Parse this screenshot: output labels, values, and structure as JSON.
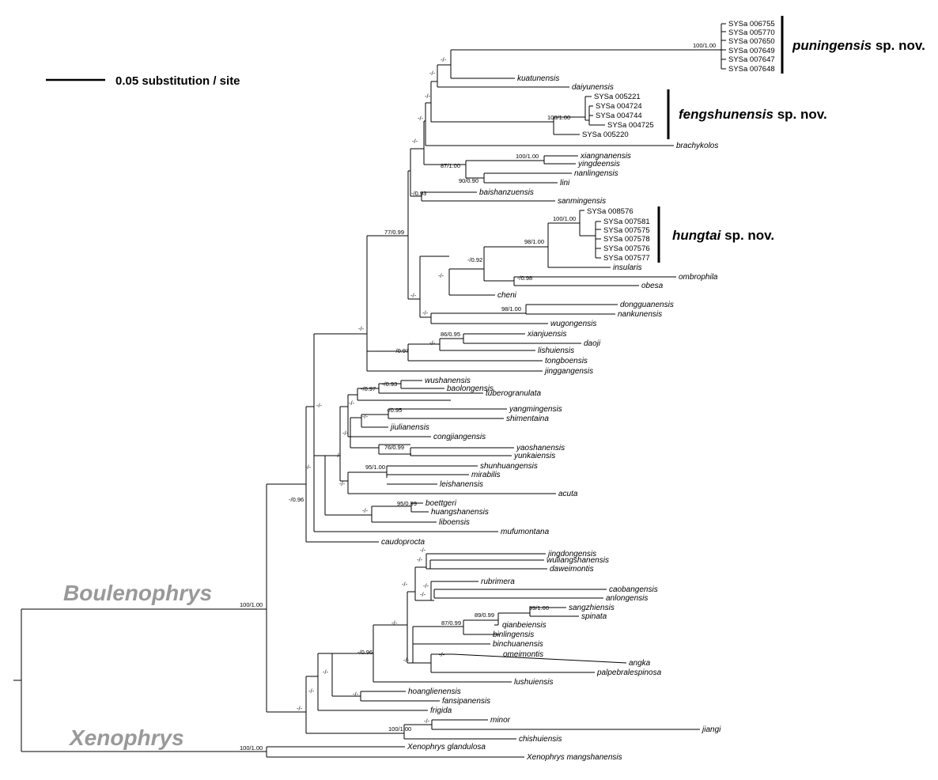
{
  "scale_bar": {
    "label": "0.05 substitution / site"
  },
  "genus_labels": {
    "boulenophrys": "Boulenophrys",
    "xenophrys": "Xenophrys"
  },
  "clades": [
    {
      "name": "puningensis",
      "suffix": " sp. nov."
    },
    {
      "name": "fengshunensis",
      "suffix": " sp. nov."
    },
    {
      "name": "hungtai",
      "suffix": " sp. nov."
    }
  ],
  "samples": {
    "puningensis": [
      "SYSa 006755",
      "SYSa 005770",
      "SYSa 007650",
      "SYSa 007649",
      "SYSa 007647",
      "SYSa 007648"
    ],
    "fengshunensis": [
      "SYSa 005221",
      "SYSa 004724",
      "SYSa 004744",
      "SYSa 004725",
      "SYSa 005220"
    ],
    "hungtai": [
      "SYSa 008576",
      "SYSa 007581",
      "SYSa 007575",
      "SYSa 007578",
      "SYSa 007576",
      "SYSa 007577"
    ]
  },
  "taxa": [
    "kuatunensis",
    "daiyunensis",
    "brachykolos",
    "xiangnanensis",
    "yingdeensis",
    "nanlingensis",
    "lini",
    "baishanzuensis",
    "sanmingensis",
    "insularis",
    "ombrophila",
    "obesa",
    "cheni",
    "dongguanensis",
    "nankunensis",
    "wugongensis",
    "xianjuensis",
    "daoji",
    "lishuiensis",
    "tongboensis",
    "jinggangensis",
    "wushanensis",
    "baolongensis",
    "tuberogranulata",
    "yangmingensis",
    "shimentaina",
    "jiulianensis",
    "congjiangensis",
    "yaoshanensis",
    "yunkaiensis",
    "shunhuangensis",
    "mirabilis",
    "leishanensis",
    "acuta",
    "boettgeri",
    "huangshanensis",
    "liboensis",
    "mufumontana",
    "caudoprocta",
    "jingdongensis",
    "wuliangshanensis",
    "daweimontis",
    "rubrimera",
    "caobangensis",
    "anlongensis",
    "sangzhiensis",
    "spinata",
    "qianbeiensis",
    "binlingensis",
    "binchuanensis",
    "omeimontis",
    "angka",
    "palpebralespinosa",
    "lushuiensis",
    "hoanglienensis",
    "fansipanensis",
    "frigida",
    "minor",
    "jiangi",
    "chishuiensis",
    "Xenophrys glandulosa",
    "Xenophrys mangshanensis"
  ],
  "support": [
    "100/1.00",
    "-/-",
    "-/-",
    "-/-",
    "100/1.00",
    "-/-",
    "-/-",
    "100/1.00",
    "87/1.00",
    "90/0.90",
    "-/0.93",
    "77/0.99",
    "100/1.00",
    "98/1.00",
    "-/0.92",
    "-/0.98",
    "-/-",
    "-/-",
    "98/1.00",
    "-/-",
    "-/-",
    "86/0.95",
    "-/-",
    "-/0.97",
    "-/0.93",
    "-/0.97",
    "-/0.95",
    "-/-",
    "-/-",
    "-/-",
    "76/0.99",
    "-/-",
    "95/1.00",
    "-/-",
    "95/0.99",
    "-/-",
    "-/-",
    "-/-",
    "-/0.96",
    "100/1.00",
    "-/-",
    "-/-",
    "-/-",
    "-/-",
    "-/-",
    "99/1.00",
    "89/0.99",
    "87/0.99",
    "-/-",
    "-/-",
    "-/-",
    "-/0.96",
    "-/-",
    "-/-",
    "-/-",
    "-/-",
    "100/1.00",
    "-/-",
    "100/1.00"
  ]
}
